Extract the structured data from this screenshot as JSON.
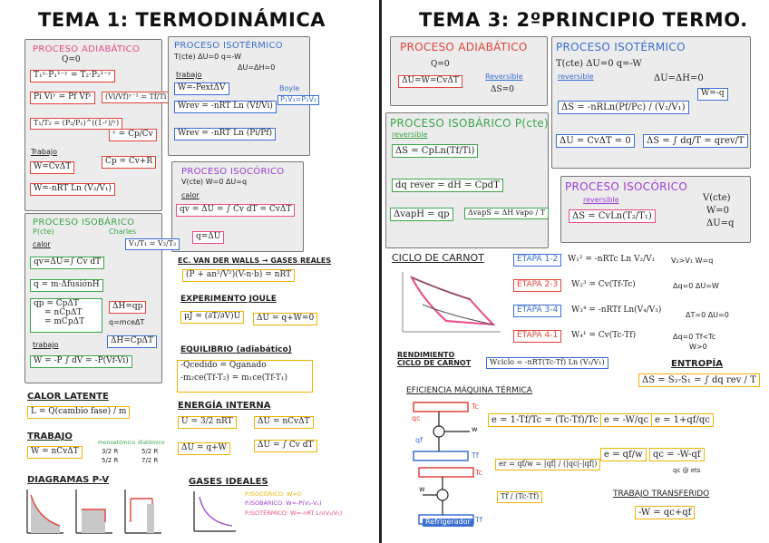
{
  "left": {
    "title": "TEMA 1: TERMODINÁMICA",
    "adiabatico": {
      "header": "PROCESO ADIABÁTICO",
      "q": "Q=0",
      "eq1": "T₁ʸ·P₁¹⁻ʸ = T₂·P₂¹⁻ʸ",
      "eq2": "Pi Viʸ = Pf Vfʸ",
      "eq3": "(Vi/Vf)ʸ⁻¹ = Tf/Ti",
      "eq4": "T₁/T₂ = (P₂/P₁)^((1-ʸ)/ʸ)",
      "eq5": "ʸ = Cp/Cv",
      "trabajo_label": "Trabajo",
      "eq6": "W=CvΔT",
      "eq7": "Cp = Cv+R",
      "eq8": "W=-nRT Ln (V₂/V₁)"
    },
    "isotermico": {
      "header": "PROCESO ISOTÉRMICO",
      "sub": "T(cte)  ΔU=0  q=-W",
      "dh": "ΔU=ΔH=0",
      "trabajo": "trabajo",
      "boyle": "Boyle",
      "eq_boyle": "P₁V₁=P₂V₂",
      "eq1": "W=-PextΔV",
      "eq2": "Wrev = -nRT Ln (Vf/Vi)",
      "eq3": "Wrev = -nRT Ln (Pi/Pf)"
    },
    "isocorico": {
      "header": "PROCESO ISOCÓRICO",
      "sub": "V(cte)  W=0  ΔU=q",
      "calor": "calor",
      "eq1": "qv = ΔU = ∫ Cv dT = CvΔT",
      "eq2": "q=ΔU"
    },
    "isobarico": {
      "header": "PROCESO ISOBÁRICO",
      "sub": "P(cte)",
      "charles": "Charles",
      "eq_charles": "V₁/T₁ = V₂/T₂",
      "calor": "calor",
      "eq1": "qv=ΔU=∫ Cv dT",
      "eq2": "q = m·ΔfusiónH",
      "eq3a": "qp = CpΔT",
      "eq3b": "= nCpΔT",
      "eq3c": "= mCpΔT",
      "eq4": "ΔH=qp",
      "eq5": "q=mceΔT",
      "eq6": "ΔH=CpΔT",
      "trabajo": "trabajo",
      "eq7": "W = -P ∫ dV = -P(Vf-Vi)"
    },
    "vanderwaals": {
      "header": "EC. VAN DER WALLS → GASES REALES",
      "eq": "(P + an²/V²)(V-n·b) = nRT"
    },
    "joule": {
      "header": "EXPERIMENTO JOULE",
      "eq1": "μJ = (∂T/∂V)U",
      "eq2": "ΔU = q+W=0"
    },
    "equilibrio": {
      "header": "EQUILIBRIO (adiabático)",
      "eq1": "-Qcedido = Qganado",
      "eq2": "-m₂ce(Tf-T₂) = m₁ce(Tf-T₁)"
    },
    "latente": {
      "header": "CALOR LATENTE",
      "eq": "L = Q(cambio fase) / m"
    },
    "interna": {
      "header": "ENERGÍA INTERNA",
      "eq1": "U = 3/2 nRT",
      "eq2": "ΔU = nCvΔT",
      "eq3": "ΔU = q+W",
      "eq4": "ΔU = ∫ Cv dT"
    },
    "trabajo": {
      "header": "TRABAJO",
      "eq": "W = nCvΔT",
      "mono": "monoatómico",
      "di": "diatómico",
      "m1": "3/2 R",
      "m2": "5/2 R",
      "d1": "5/2 R",
      "d2": "7/2 R"
    },
    "diagramas": {
      "header": "DIAGRAMAS P-V"
    },
    "gases": {
      "header": "GASES IDEALES",
      "l1": "P.ISOCÓRICO: W=0",
      "l2": "P.ISOBÁRICO: W=-P(V₂-V₁)",
      "l3": "P.ISOTÉRMICO: W=-nRT Ln(V₂/V₁)"
    }
  },
  "right": {
    "title": "TEMA 3: 2ºPRINCIPIO TERMO.",
    "adiabatico": {
      "header": "PROCESO ADIABÁTICO",
      "q": "Q=0",
      "eq": "ΔU=W=CvΔT",
      "rev": "Reversible",
      "rev_eq": "ΔS=0"
    },
    "isotermico": {
      "header": "PROCESO ISOTÉRMICO",
      "sub": "T(cte)  ΔU=0  q=-W",
      "rev": "reversible",
      "dh": "ΔU=ΔH=0",
      "eq1": "W=-q",
      "eq2": "ΔS = -nRLn(Pf/Pc) / (V₂/V₁)"
    },
    "isobarico": {
      "header": "PROCESO ISOBÁRICO P(cte)",
      "rev": "reversible",
      "eq1": "ΔS = CpLn(Tf/Ti)",
      "eq2": "ΔU = CvΔT = 0",
      "eq3": "ΔS = ∫ dq/T = qrev/T",
      "eq4": "dq rever = dH = CpdT",
      "eq5": "ΔvapH = qp",
      "eq6": "ΔvapS = ΔH vapo / T"
    },
    "isocorico": {
      "header": "PROCESO ISOCÓRICO",
      "rev": "reversible",
      "eq": "ΔS = CvLn(T₂/T₁)",
      "s1": "V(cte)",
      "s2": "W=0",
      "s3": "ΔU=q"
    },
    "carnot": {
      "header": "CICLO DE CARNOT",
      "e1": "ETAPA 1-2",
      "e1eq": "W₁² = -nRTc Ln V₂/V₁",
      "e1n": "V₂>V₁   W=q",
      "e2": "ETAPA 2-3",
      "e2eq": "W₂³ = Cv(Tf-Tc)",
      "e2n": "Δq=0  ΔU=W",
      "e3": "ETAPA 3-4",
      "e3eq": "W₃⁴ = -nRTf Ln(V₄/V₃)",
      "e3n": "ΔT=0  ΔU=0",
      "e4": "ETAPA 4-1",
      "e4eq": "W₄¹ = Cv(Tc-Tf)",
      "e4n": "Δq=0 Tf<Tc",
      "e4n2": "W>0"
    },
    "rendimiento": {
      "header": "RENDIMIENTO CICLO DE CARNOT",
      "eq": "Wciclo = -nRT(Tc-Tf) Ln (V₂/V₁)"
    },
    "entropia": {
      "header": "ENTROPÍA",
      "eq": "ΔS = S₂-S₁ = ∫ dq rev / T"
    },
    "eficiencia": {
      "header": "EFICIENCIA MÁQUINA TÉRMICA",
      "tc": "Tc",
      "tf": "Tf",
      "qc": "qc",
      "qf": "qf",
      "w": "w",
      "eq1": "e = 1-Tf/Tc = (Tc-Tf)/Tc",
      "eq2": "e = -W/qc",
      "eq3": "e = 1+qf/qc",
      "eq4": "e = qf/w",
      "eq5": "qc = -W-qf",
      "eq6": "er = qf/w = |qf| / (|qc|-|qf|)",
      "eq7": "Tf / (Tc-Tf)",
      "refri": "Refrigerador",
      "qc_nota": "qc @ ets"
    },
    "transferido": {
      "header": "TRABAJO TRANSFERIDO",
      "eq": "-W = qc+qf"
    }
  }
}
